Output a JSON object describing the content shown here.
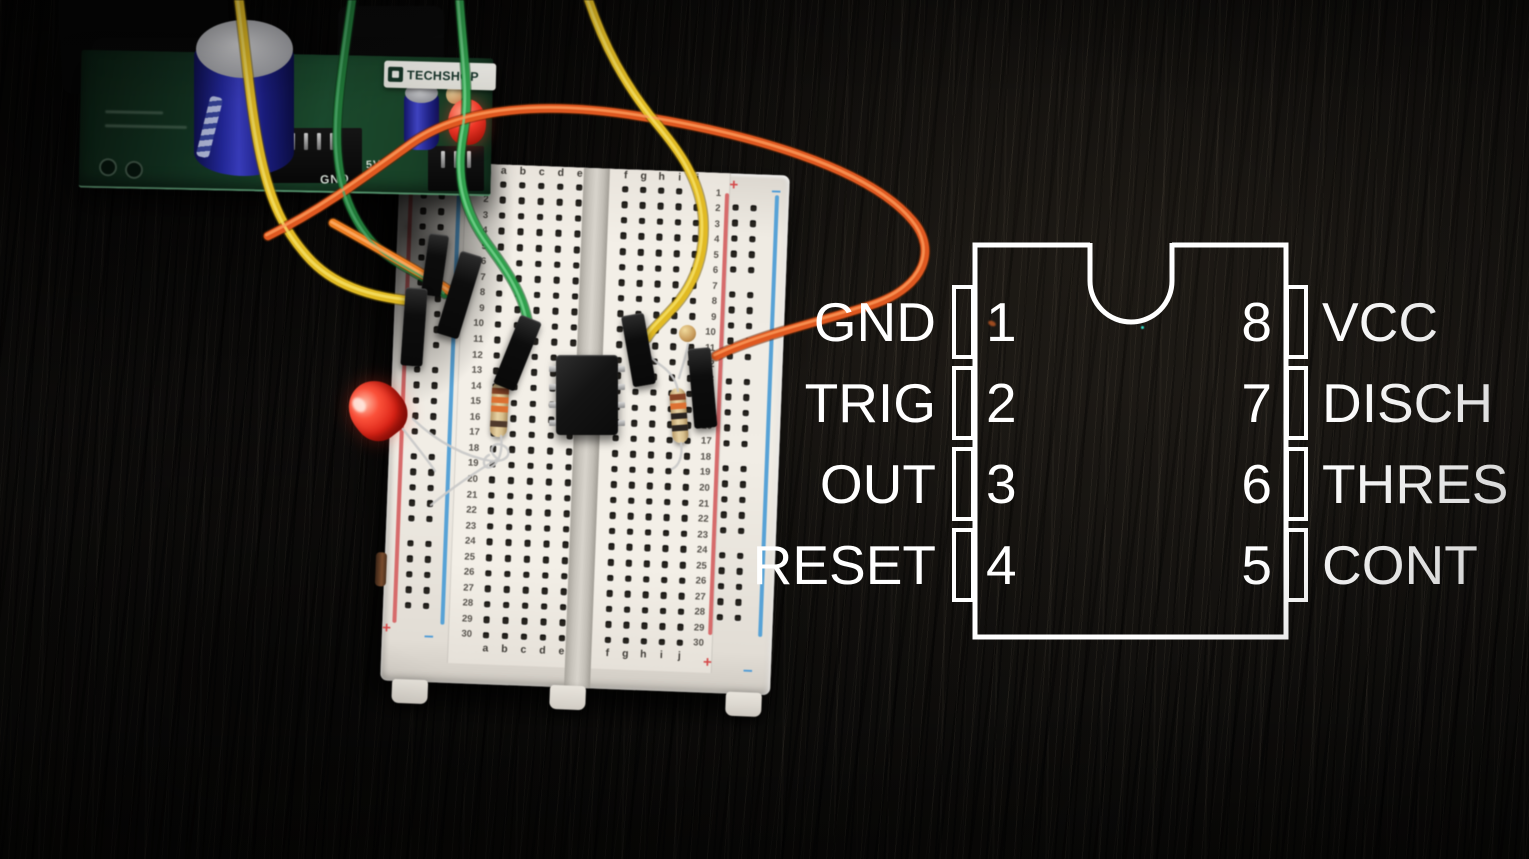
{
  "pinout": {
    "line_color": "#ffffff",
    "left_pins": [
      {
        "number": "1",
        "label": "GND"
      },
      {
        "number": "2",
        "label": "TRIG"
      },
      {
        "number": "3",
        "label": "OUT"
      },
      {
        "number": "4",
        "label": "RESET"
      }
    ],
    "right_pins": [
      {
        "number": "8",
        "label": "VCC"
      },
      {
        "number": "7",
        "label": "DISCH"
      },
      {
        "number": "6",
        "label": "THRES"
      },
      {
        "number": "5",
        "label": "CONT"
      }
    ]
  },
  "pcb": {
    "brand_label": "TECHSHOP",
    "label_gnd": "GND",
    "label_5v": "5V"
  },
  "breadboard": {
    "row_numbers": [
      "1",
      "2",
      "3",
      "4",
      "5",
      "6",
      "7",
      "8",
      "9",
      "10",
      "11",
      "12",
      "13",
      "14",
      "15",
      "16",
      "17",
      "18",
      "19",
      "20",
      "21",
      "22",
      "23",
      "24",
      "25",
      "26",
      "27",
      "28",
      "29",
      "30"
    ],
    "left_column_letters": [
      "a",
      "b",
      "c",
      "d",
      "e"
    ],
    "right_column_letters": [
      "f",
      "g",
      "h",
      "i",
      "j"
    ],
    "rail_plus": "+",
    "rail_minus": "−"
  },
  "colors": {
    "rail_red": "#d96a6a",
    "rail_blue": "#55a2d8",
    "wire_yellow": "#e2ba1e",
    "wire_green": "#2da14b",
    "wire_green_dark": "#1f7a38",
    "wire_orange": "#ef7d1f",
    "wire_orange_red": "#e2571d",
    "lead_silver": "#c9c9c9",
    "led_red": "#e62219",
    "pcb_green": "#1c4a2f",
    "cap_blue": "#2a2fa8"
  }
}
